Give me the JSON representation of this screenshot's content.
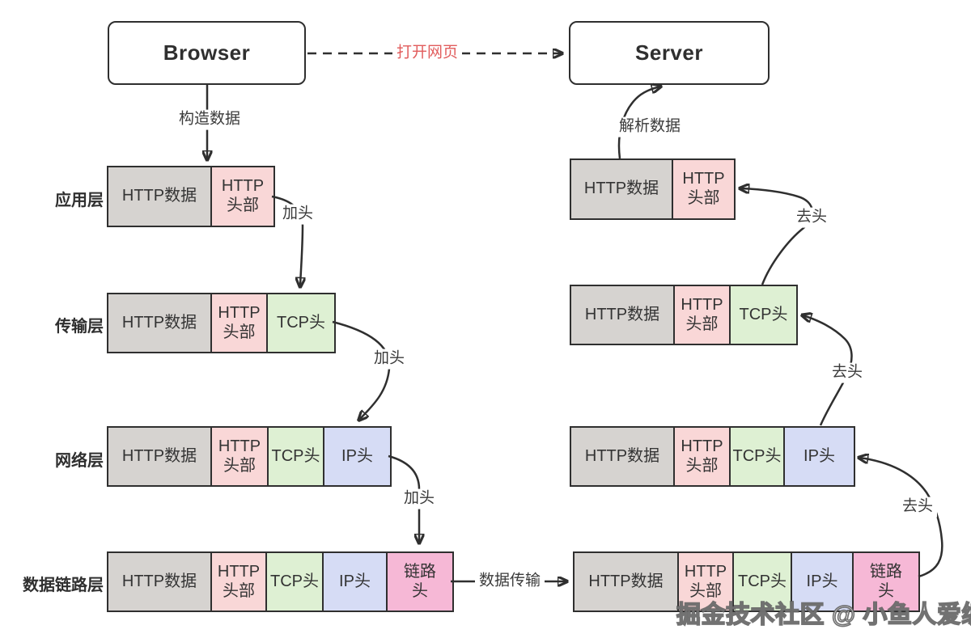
{
  "palette": {
    "border": "#2f2f2f",
    "cell_gray": "#d6d3d0",
    "cell_pink": "#f9d7d7",
    "cell_green": "#def0d3",
    "cell_blue": "#d6dcf5",
    "cell_rose": "#f6b8d6",
    "red_label": "#e15c5c"
  },
  "nodes": {
    "browser_label": "Browser",
    "server_label": "Server"
  },
  "layers": [
    {
      "label": "应用层"
    },
    {
      "label": "传输层"
    },
    {
      "label": "网络层"
    },
    {
      "label": "数据链路层"
    }
  ],
  "cell_labels": {
    "http_data": "HTTP数据",
    "http_header_line1": "HTTP",
    "http_header_line2": "头部",
    "tcp_header": "TCP头",
    "ip_header": "IP头",
    "link_header_line1": "链路",
    "link_header_line2": "头"
  },
  "edge_labels": {
    "open_page": "打开网页",
    "build_data": "构造数据",
    "parse_data": "解析数据",
    "add_header": [
      "加头",
      "加头",
      "加头"
    ],
    "remove_header": [
      "去头",
      "去头",
      "去头"
    ],
    "data_transfer": "数据传输"
  },
  "watermark": "掘金技术社区 @ 小鱼人爱编程"
}
